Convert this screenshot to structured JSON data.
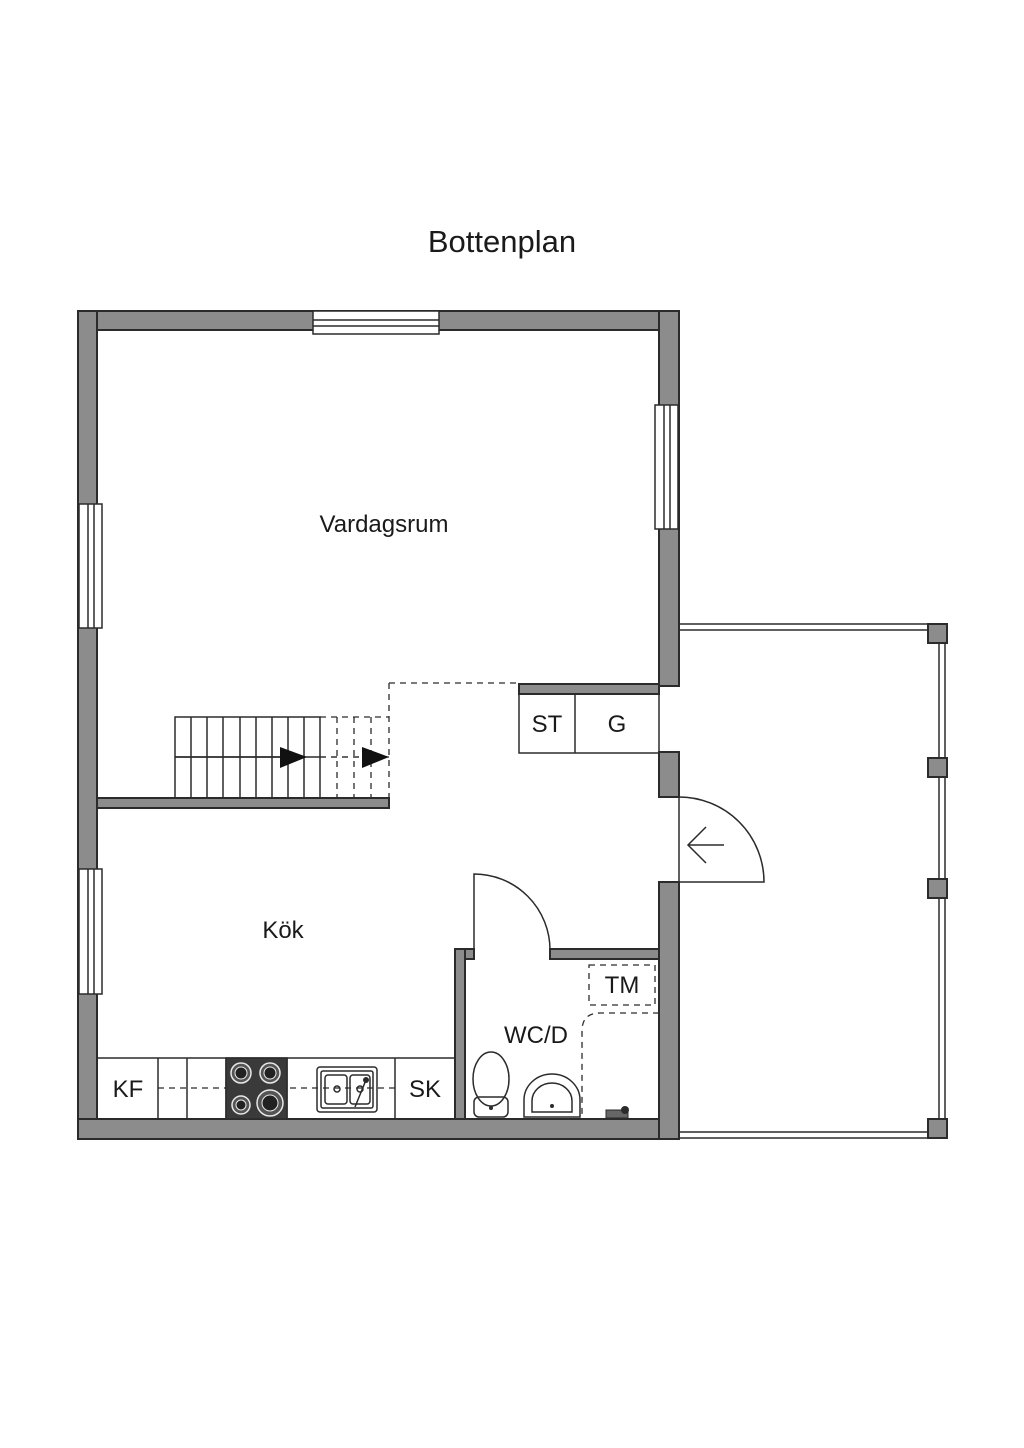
{
  "title": "Bottenplan",
  "rooms": {
    "living_room": "Vardagsrum",
    "kitchen": "Kök",
    "bathroom": "WC/D"
  },
  "fixtures": {
    "closet": "ST",
    "wardrobe": "G",
    "washing_machine": "TM",
    "fridge_freezer": "KF",
    "cabinet": "SK"
  },
  "colors": {
    "wall_fill": "#8c8c8c",
    "line": "#2b2b2b",
    "stove": "#3a3a3a"
  }
}
